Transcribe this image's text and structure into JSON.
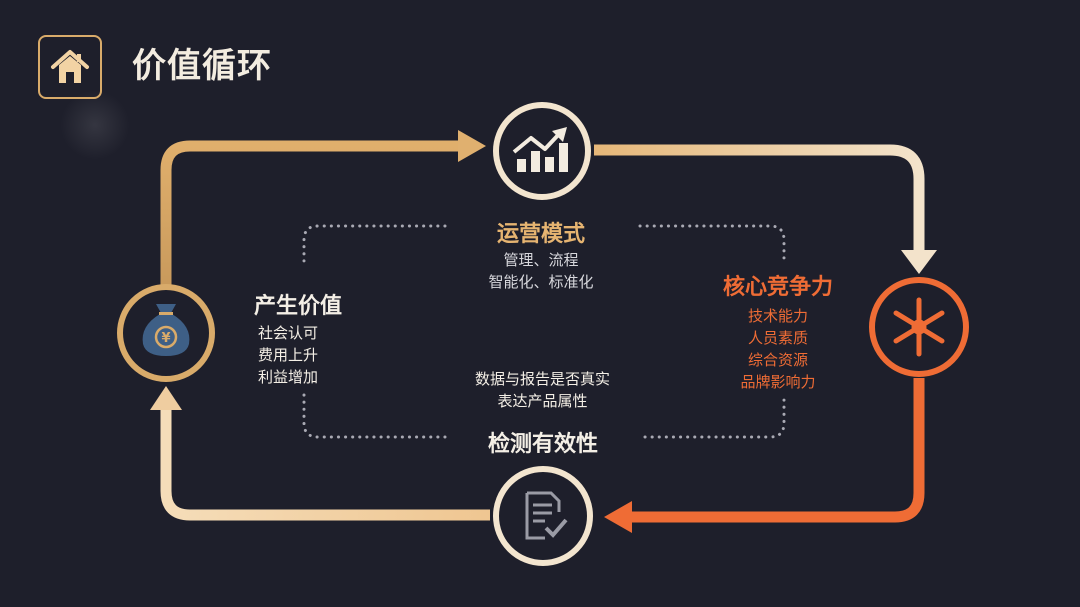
{
  "header": {
    "title": "价值循环",
    "home_icon": "home-icon"
  },
  "colors": {
    "background": "#1e1f2b",
    "gold": "#d9ab6a",
    "cream": "#f3e5cf",
    "orange": "#ef6c35",
    "dotted": "#a9a9b3"
  },
  "cycle": {
    "operations": {
      "title": "运营模式",
      "lines": [
        "管理、流程",
        "智能化、标准化"
      ],
      "icon": "growth-chart-icon"
    },
    "competitiveness": {
      "title": "核心竞争力",
      "lines": [
        "技术能力",
        "人员素质",
        "综合资源",
        "品牌影响力"
      ],
      "icon": "asterisk-network-icon"
    },
    "validation": {
      "title": "检测有效性",
      "lines": [
        "数据与报告是否真实",
        "表达产品属性"
      ],
      "icon": "document-check-icon"
    },
    "value": {
      "title": "产生价值",
      "lines": [
        "社会认可",
        "费用上升",
        "利益增加"
      ],
      "icon": "money-bag-icon"
    }
  }
}
